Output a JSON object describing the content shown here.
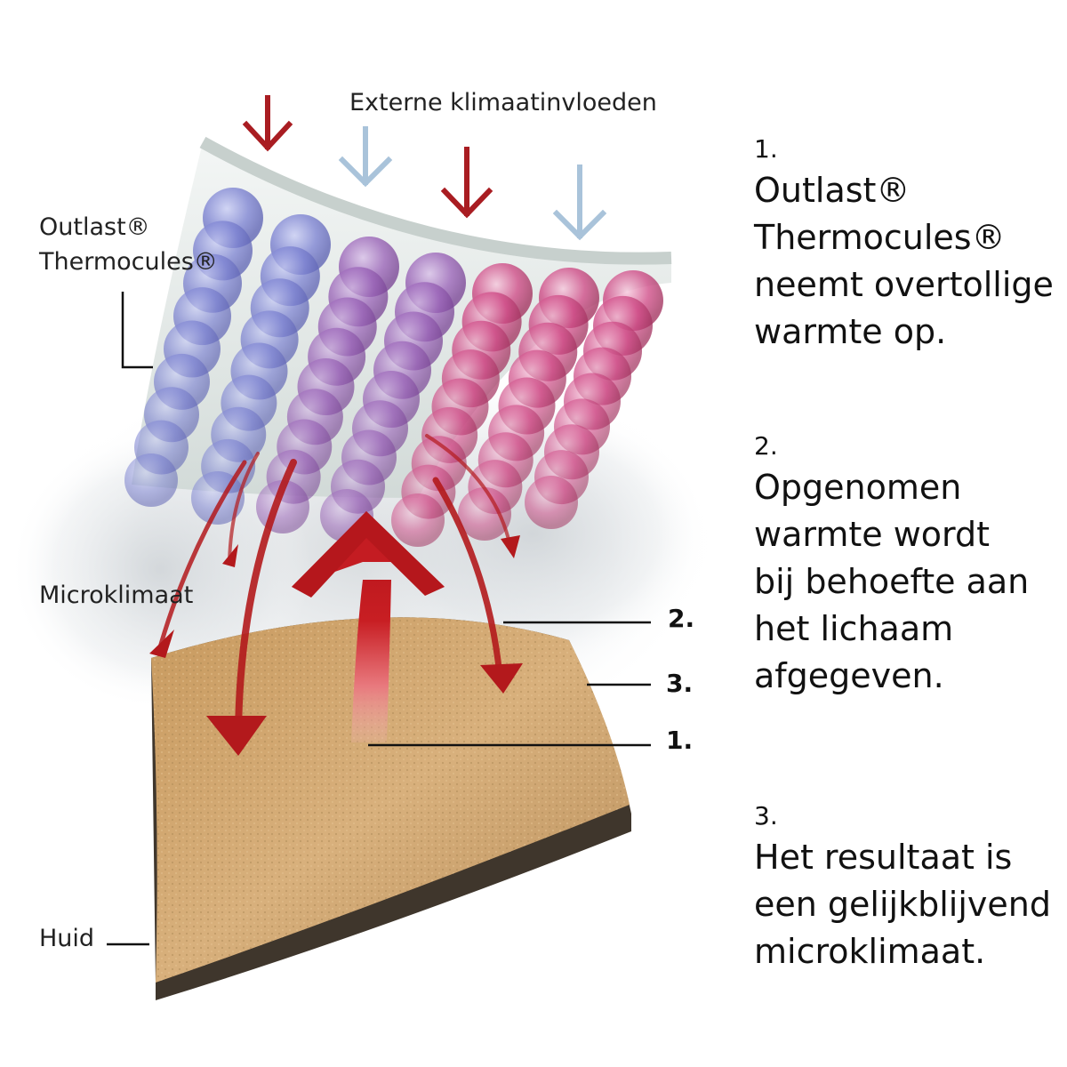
{
  "labels": {
    "external": "Externe klimaatinvloeden",
    "thermocules": "Outlast®\nThermocules®",
    "microklimaat": "Microklimaat",
    "huid": "Huid",
    "marker_1": "1.",
    "marker_2": "2.",
    "marker_3": "3."
  },
  "steps": [
    {
      "num": "1.",
      "text": "Outlast®\nThermocules®\nneemt overtollige\nwarmte op."
    },
    {
      "num": "2.",
      "text": "Opgenomen\nwarmte wordt\nbij behoefte aan\nhet lichaam\nafgegeven."
    },
    {
      "num": "3.",
      "text": "Het resultaat is\neen gelijkblijvend\nmicroklimaat."
    }
  ],
  "colors": {
    "warm_arrow": "#b3191c",
    "cool_arrow": "#a9c3da",
    "skin": "#c9a06a",
    "skin_edge": "#4a3f33",
    "fabric": "#dfe6e4",
    "bead_cool": "#6f74c9",
    "bead_warm": "#c23a72"
  }
}
